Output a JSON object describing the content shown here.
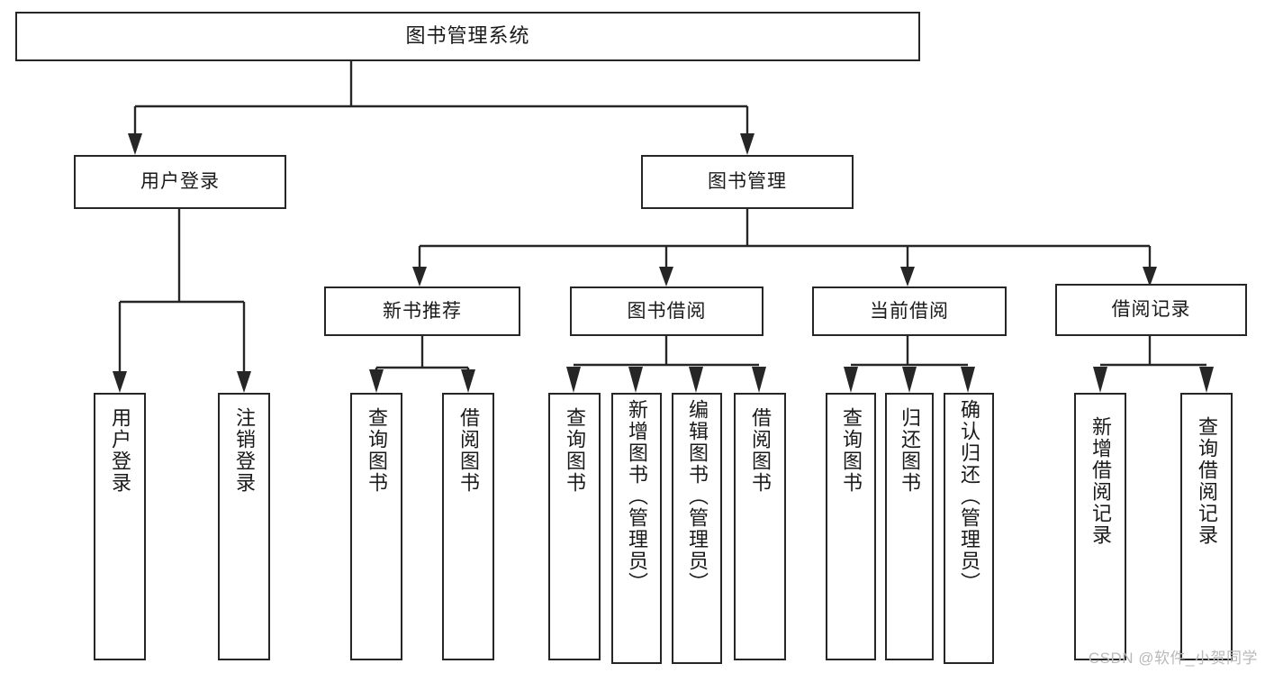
{
  "diagram": {
    "title": "图书管理系统",
    "type": "tree",
    "watermark": "CSDN @软件_小贺同学",
    "colors": {
      "stroke": "#262626",
      "fill": "#ffffff",
      "text": "#1a1a1a",
      "watermark": "#b9b9b9"
    },
    "nodes": {
      "root": {
        "label": "图书管理系统",
        "orientation": "horizontal"
      },
      "level1": [
        {
          "id": "user-login",
          "label": "用户登录",
          "orientation": "horizontal"
        },
        {
          "id": "book-manage",
          "label": "图书管理",
          "orientation": "horizontal"
        }
      ],
      "level2": [
        {
          "id": "new-book-recommend",
          "label": "新书推荐",
          "orientation": "horizontal",
          "parent": "book-manage"
        },
        {
          "id": "book-borrow",
          "label": "图书借阅",
          "orientation": "horizontal",
          "parent": "book-manage"
        },
        {
          "id": "current-borrow",
          "label": "当前借阅",
          "orientation": "horizontal",
          "parent": "book-manage"
        },
        {
          "id": "borrow-record",
          "label": "借阅记录",
          "orientation": "horizontal",
          "parent": "book-manage"
        }
      ],
      "leaves": [
        {
          "id": "leaf-user-login",
          "label": "用户登录",
          "parent": "user-login",
          "orientation": "vertical"
        },
        {
          "id": "leaf-user-logout",
          "label": "注销登录",
          "parent": "user-login",
          "orientation": "vertical"
        },
        {
          "id": "leaf-query-book-1",
          "label": "查询图书",
          "parent": "new-book-recommend",
          "orientation": "vertical"
        },
        {
          "id": "leaf-borrow-book-1",
          "label": "借阅图书",
          "parent": "new-book-recommend",
          "orientation": "vertical"
        },
        {
          "id": "leaf-query-book-2",
          "label": "查询图书",
          "parent": "book-borrow",
          "orientation": "vertical"
        },
        {
          "id": "leaf-add-book",
          "label": "新增图书（管理员）",
          "parent": "book-borrow",
          "orientation": "vertical"
        },
        {
          "id": "leaf-edit-book",
          "label": "编辑图书（管理员）",
          "parent": "book-borrow",
          "orientation": "vertical"
        },
        {
          "id": "leaf-borrow-book-2",
          "label": "借阅图书",
          "parent": "book-borrow",
          "orientation": "vertical"
        },
        {
          "id": "leaf-query-book-3",
          "label": "查询图书",
          "parent": "current-borrow",
          "orientation": "vertical"
        },
        {
          "id": "leaf-return-book",
          "label": "归还图书",
          "parent": "current-borrow",
          "orientation": "vertical"
        },
        {
          "id": "leaf-confirm-return",
          "label": "确认归还（管理员）",
          "parent": "current-borrow",
          "orientation": "vertical"
        },
        {
          "id": "leaf-add-record",
          "label": "新增借阅记录",
          "parent": "borrow-record",
          "orientation": "vertical"
        },
        {
          "id": "leaf-query-record",
          "label": "查询借阅记录",
          "parent": "borrow-record",
          "orientation": "vertical"
        }
      ]
    }
  }
}
